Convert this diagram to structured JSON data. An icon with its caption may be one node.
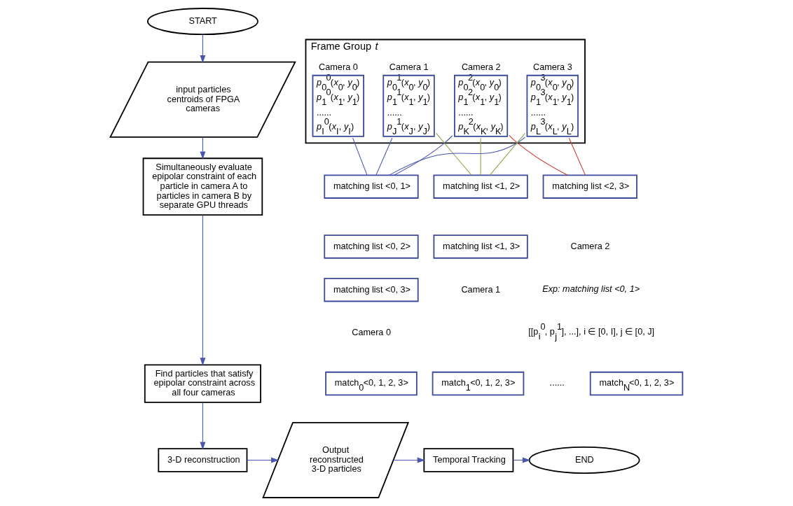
{
  "diagram": {
    "nodes": [
      {
        "text": [
          "START"
        ]
      },
      {
        "text": [
          "input particles centroids of FPGA cameras"
        ]
      },
      {
        "text": [
          "Simultaneously evaluate epipolar constraint of each particle in camera A to particles in camera B by separate GPU threads"
        ]
      },
      {
        "text": [
          "Find particles that satisfy epipolar constraint across all four cameras"
        ]
      },
      {
        "text": [
          "3-D reconstruction"
        ]
      },
      {
        "text": [
          "Output reconstructed 3-D particles"
        ]
      },
      {
        "text": [
          "Temporal Tracking"
        ]
      },
      {
        "text": [
          "END"
        ]
      },
      {
        "text": [
          "Frame Group *t*"
        ]
      },
      {
        "text": [
          "Camera 0",
          "*p*$_{0}$$^{0}$(*x*$_{0}$, *y*$_{0}$)",
          "*p*$_{1}$$^{0}$(*x*$_{1}$, *y*$_{1}$)",
          "......",
          "*p*$_{I}$$^{0}$(*x*$_{I}$, *y*$_{I}$)"
        ],
        "in": 8
      },
      {
        "text": [
          "Camera 1",
          "*p*$_{0}$$^{1}$(*x*$_{0}$, *y*$_{0}$)",
          "*p*$_{1}$$^{1}$(*x*$_{1}$, *y*$_{1}$)",
          "......",
          "*p*$_{J}$$^{1}$(*x*$_{J}$, *y*$_{J}$)"
        ],
        "in": 8
      },
      {
        "text": [
          "Camera 2",
          "*p*$_{0}$$^{2}$(*x*$_{0}$, *y*$_{0}$)",
          "*p*$_{1}$$^{2}$(*x*$_{1}$, *y*$_{1}$)",
          "......",
          "*p*$_{K}$$^{2}$(*x*$_{K}$, *y*$_{K}$)"
        ],
        "in": 8
      },
      {
        "text": [
          "Camera 3",
          "*p*$_{0}$$^{3}$(*x*$_{0}$, *y*$_{0}$)",
          "*p*$_{1}$$^{3}$(*x*$_{1}$, *y*$_{1}$)",
          "......",
          "*p*$_{L}$$^{3}$(*x*$_{L}$, *y*$_{L}$)"
        ],
        "in": 8
      },
      {
        "text": [
          "matching list <0, 1>"
        ]
      },
      {
        "text": [
          "matching list <1, 2>"
        ]
      },
      {
        "text": [
          "matching list <2, 3>"
        ]
      },
      {
        "text": [
          "matching list <0, 2>"
        ]
      },
      {
        "text": [
          "matching list <1, 3>"
        ]
      },
      {
        "text": [
          "matching list <0, 3>"
        ]
      },
      {
        "text": [
          "match$_{0}$<0, 1, 2, 3>"
        ]
      },
      {
        "text": [
          "match$_{1}$<0, 1, 2, 3>"
        ]
      },
      {
        "text": [
          "match$_{N}$<0, 1, 2, 3>"
        ]
      }
    ],
    "edges": [
      {
        "from": 0,
        "to": 1,
        "arrow": "to"
      },
      {
        "from": 1,
        "to": 2,
        "arrow": "to"
      },
      {
        "from": 2,
        "to": 3,
        "arrow": "to"
      },
      {
        "from": 3,
        "to": 4,
        "arrow": "to"
      },
      {
        "from": 4,
        "to": 5,
        "arrow": "to"
      },
      {
        "from": 5,
        "to": 6,
        "arrow": "to"
      },
      {
        "from": 6,
        "to": 7,
        "arrow": "to"
      },
      {
        "from": 9,
        "to": 13,
        "arrow": "none"
      },
      {
        "from": 10,
        "to": 13,
        "arrow": "none"
      },
      {
        "from": 11,
        "to": 13,
        "arrow": "none"
      },
      {
        "from": 12,
        "to": 13,
        "arrow": "none"
      },
      {
        "from": 10,
        "to": 14,
        "arrow": "none",
        "color": "#8aaa4c"
      },
      {
        "from": 11,
        "to": 14,
        "arrow": "none",
        "color": "#8aaa4c"
      },
      {
        "from": 12,
        "to": 14,
        "arrow": "none",
        "color": "#8aaa4c"
      },
      {
        "from": 11,
        "to": 15,
        "arrow": "none",
        "color": "#d0392b"
      },
      {
        "from": 12,
        "to": 15,
        "arrow": "none",
        "color": "#d0392b"
      }
    ],
    "labels": [
      "Camera 2",
      "Camera 1",
      "*Exp: matching list <0, 1>*",
      "[[p$_{i}$$^{0}$, p$_{j}$$^{1}$], ...], i ∈ [0, I], j ∈ [0, J]",
      "Camera 0",
      "......"
    ]
  }
}
